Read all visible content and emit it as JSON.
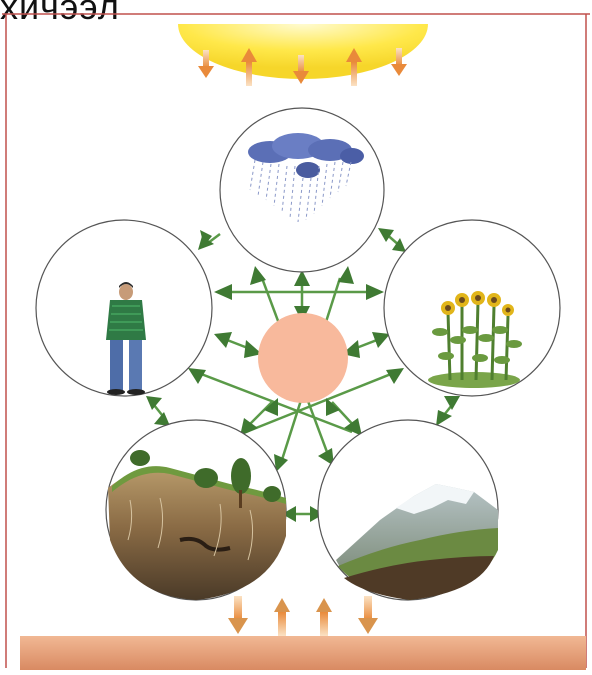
{
  "header": {
    "title": "хичээл"
  },
  "colors": {
    "frame": "#c0504d",
    "arrow": "#3f7a33",
    "arrow_fill": "#5a9a48",
    "sun": "#ffe84a",
    "sun_arrow": "#f2a65a",
    "center": "#f8b99c",
    "ground": "#e9a37e"
  },
  "spheres": [
    {
      "id": "atmosphere",
      "icon": "rain-cloud-icon"
    },
    {
      "id": "human",
      "icon": "person-icon"
    },
    {
      "id": "vegetation",
      "icon": "sunflowers-icon"
    },
    {
      "id": "soil",
      "icon": "soil-cross-section-icon"
    },
    {
      "id": "mountains",
      "icon": "mountain-icon"
    }
  ],
  "center": {
    "id": "core",
    "icon": "center-circle"
  }
}
